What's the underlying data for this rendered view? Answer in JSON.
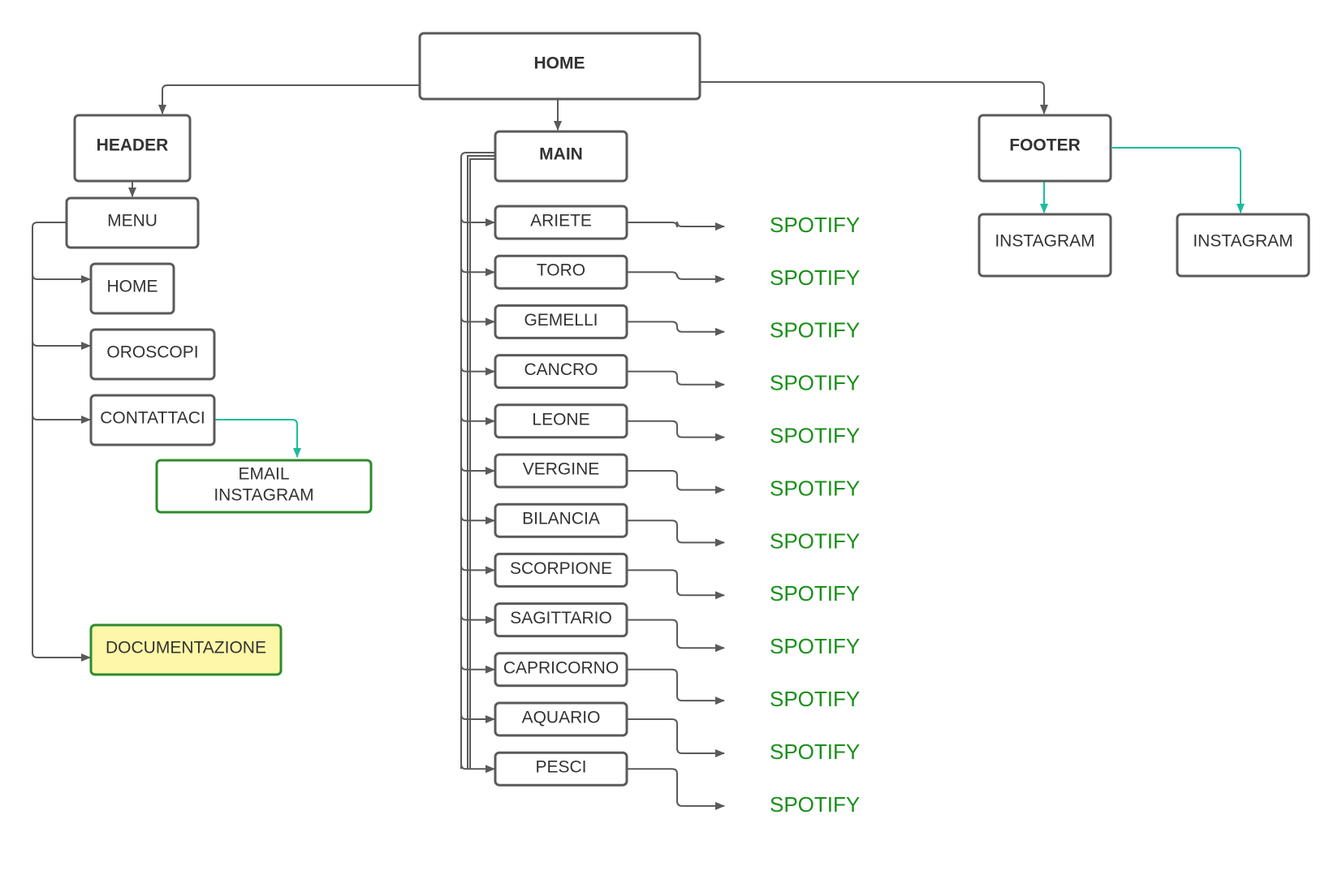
{
  "colors": {
    "root_text": "#e01010",
    "section_text": "#b023e6",
    "spotify_text": "#1a8f1a",
    "teal_arrow": "#1abc9c",
    "node_stroke": "#5a5a5a",
    "green_stroke": "#2e8b2e",
    "yellow_fill": "#fff7a8"
  },
  "root": {
    "label": "HOME"
  },
  "header": {
    "label": "HEADER",
    "menu": "MENU",
    "items": [
      "HOME",
      "OROSCOPI",
      "CONTATTACI"
    ],
    "contact_box": {
      "line1": "EMAIL",
      "line2": "INSTAGRAM"
    },
    "documentation": "DOCUMENTAZIONE"
  },
  "main": {
    "label": "MAIN",
    "signs": [
      "ARIETE",
      "TORO",
      "GEMELLI",
      "CANCRO",
      "LEONE",
      "VERGINE",
      "BILANCIA",
      "SCORPIONE",
      "SAGITTARIO",
      "CAPRICORNO",
      "AQUARIO",
      "PESCI"
    ],
    "link_label": "SPOTIFY"
  },
  "footer": {
    "label": "FOOTER",
    "items": [
      "INSTAGRAM",
      "INSTAGRAM"
    ]
  }
}
